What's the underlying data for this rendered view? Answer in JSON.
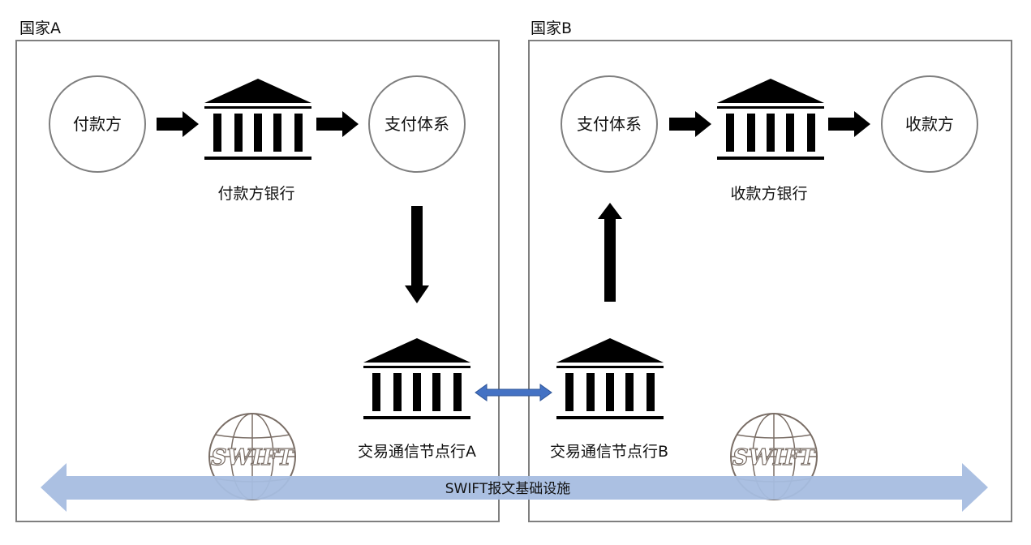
{
  "countries": {
    "a": "国家A",
    "b": "国家B"
  },
  "nodes": {
    "payer": "付款方",
    "payer_bank": "付款方银行",
    "payment_system_a": "支付体系",
    "node_bank_a": "交易通信节点行A",
    "node_bank_b": "交易通信节点行B",
    "payment_system_b": "支付体系",
    "payee_bank": "收款方银行",
    "payee": "收款方"
  },
  "swift": {
    "logo_text": "SWIFT",
    "infrastructure_label": "SWIFT报文基础设施"
  },
  "icons": [
    "bank-icon",
    "swift-globe-icon",
    "arrow-icon",
    "double-arrow-icon"
  ],
  "colors": {
    "box_border": "#7f7f7f",
    "arrow": "#000000",
    "swift_band": "#a6bde0",
    "link_arrow": "#4472c4",
    "globe": "#7a6e66"
  }
}
